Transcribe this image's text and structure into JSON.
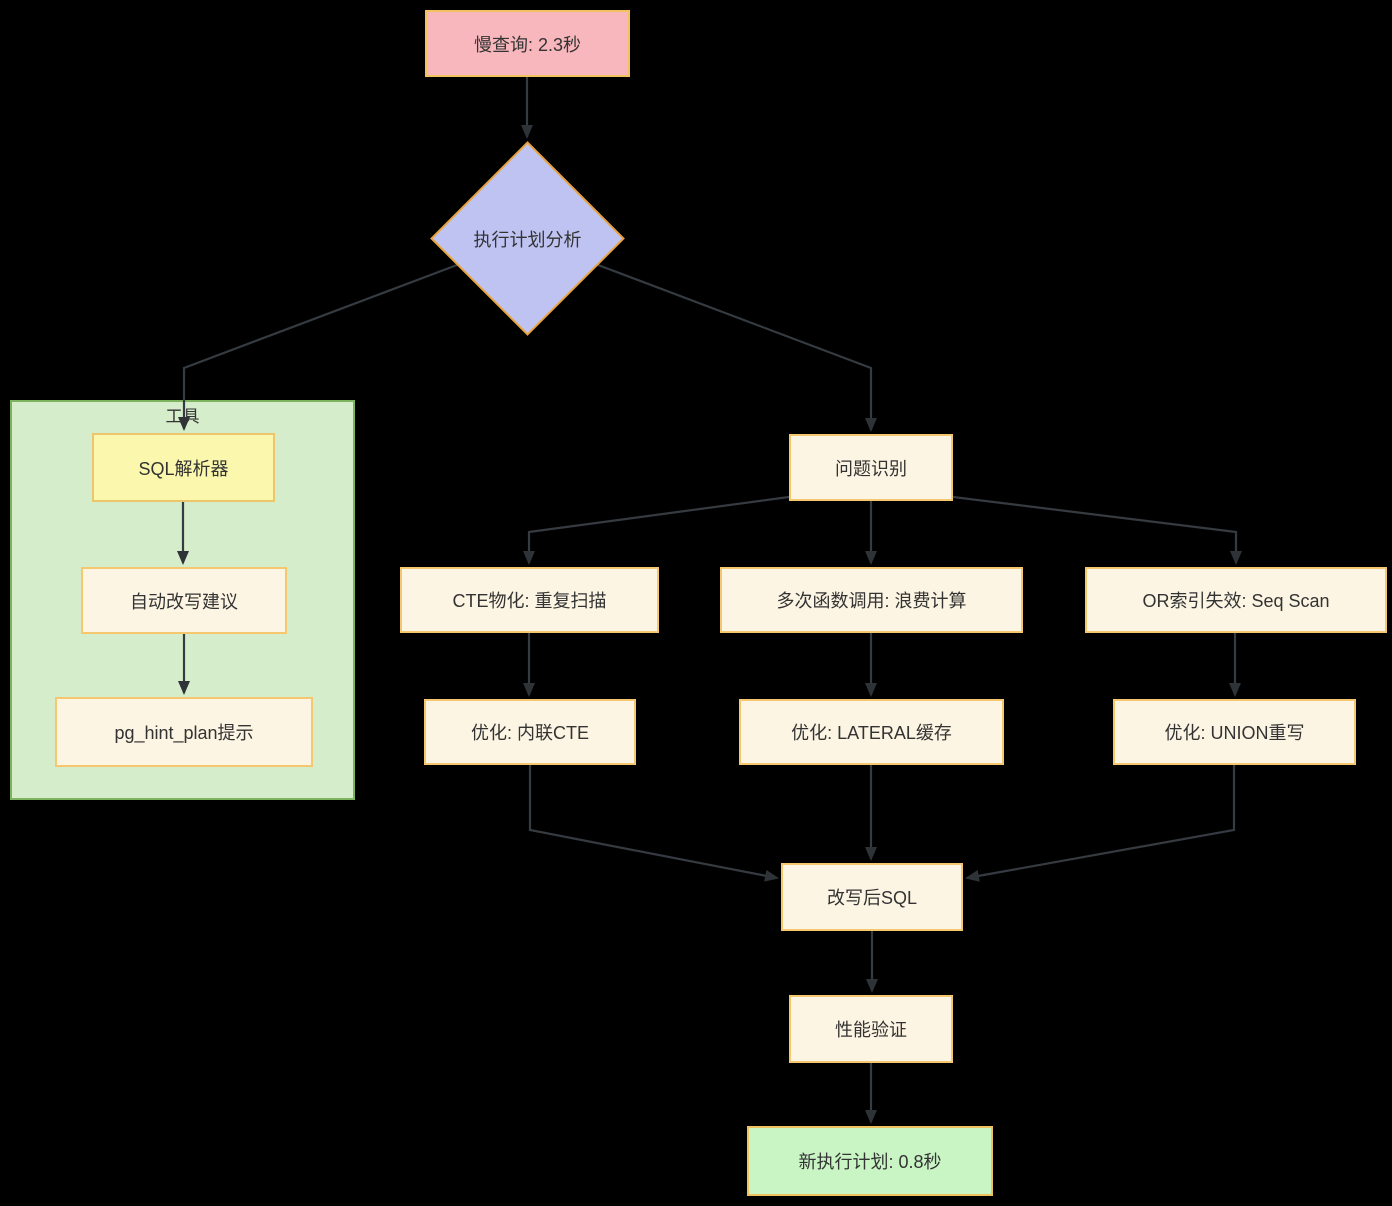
{
  "diagram": {
    "type": "flowchart",
    "direction": "top-down",
    "nodes": {
      "slow_query": {
        "label": "慢查询: 2.3秒",
        "shape": "rect",
        "fill": "#f8b7bc"
      },
      "plan_analysis": {
        "label": "执行计划分析",
        "shape": "diamond",
        "fill": "#bfc3f2"
      },
      "subgraph_tools": {
        "label": "工具",
        "shape": "subgraph",
        "fill": "#d5edcb"
      },
      "sql_parser": {
        "label": "SQL解析器",
        "shape": "rect",
        "fill": "#fbf7ad"
      },
      "auto_rewrite": {
        "label": "自动改写建议",
        "shape": "rect",
        "fill": "#fdf5e3"
      },
      "pg_hint": {
        "label": "pg_hint_plan提示",
        "shape": "rect",
        "fill": "#fdf5e3"
      },
      "problem_id": {
        "label": "问题识别",
        "shape": "rect",
        "fill": "#fdf5e3"
      },
      "cte_problem": {
        "label": "CTE物化: 重复扫描",
        "shape": "rect",
        "fill": "#fdf5e3"
      },
      "func_problem": {
        "label": "多次函数调用: 浪费计算",
        "shape": "rect",
        "fill": "#fdf5e3"
      },
      "or_problem": {
        "label": "OR索引失效: Seq Scan",
        "shape": "rect",
        "fill": "#fdf5e3"
      },
      "opt_cte": {
        "label": "优化: 内联CTE",
        "shape": "rect",
        "fill": "#fdf5e3"
      },
      "opt_lateral": {
        "label": "优化: LATERAL缓存",
        "shape": "rect",
        "fill": "#fdf5e3"
      },
      "opt_union": {
        "label": "优化: UNION重写",
        "shape": "rect",
        "fill": "#fdf5e3"
      },
      "rewritten_sql": {
        "label": "改写后SQL",
        "shape": "rect",
        "fill": "#fdf5e3"
      },
      "perf_verify": {
        "label": "性能验证",
        "shape": "rect",
        "fill": "#fdf5e3"
      },
      "new_plan": {
        "label": "新执行计划: 0.8秒",
        "shape": "rect",
        "fill": "#c9f5c5"
      }
    },
    "edges": [
      {
        "from": "slow_query",
        "to": "plan_analysis"
      },
      {
        "from": "plan_analysis",
        "to": "sql_parser"
      },
      {
        "from": "plan_analysis",
        "to": "problem_id"
      },
      {
        "from": "sql_parser",
        "to": "auto_rewrite"
      },
      {
        "from": "auto_rewrite",
        "to": "pg_hint"
      },
      {
        "from": "problem_id",
        "to": "cte_problem"
      },
      {
        "from": "problem_id",
        "to": "func_problem"
      },
      {
        "from": "problem_id",
        "to": "or_problem"
      },
      {
        "from": "cte_problem",
        "to": "opt_cte"
      },
      {
        "from": "func_problem",
        "to": "opt_lateral"
      },
      {
        "from": "or_problem",
        "to": "opt_union"
      },
      {
        "from": "opt_cte",
        "to": "rewritten_sql"
      },
      {
        "from": "opt_lateral",
        "to": "rewritten_sql"
      },
      {
        "from": "opt_union",
        "to": "rewritten_sql"
      },
      {
        "from": "rewritten_sql",
        "to": "perf_verify"
      },
      {
        "from": "perf_verify",
        "to": "new_plan"
      }
    ],
    "colors": {
      "background": "#000000",
      "edge_line": "#353b41",
      "arrowhead": "#2e3338",
      "node_text": "#333333",
      "pink_fill": "#f8b7bc",
      "pink_border": "#f0c35f",
      "diamond_fill": "#bfc3f2",
      "diamond_border": "#e8a33d",
      "subgraph_fill": "#d5edcb",
      "subgraph_border": "#7cb35c",
      "yellow_fill": "#fbf7ad",
      "yellow_border": "#edc66b",
      "cream_fill": "#fdf5e3",
      "cream_border": "#f5c76f",
      "green_fill": "#c9f5c5",
      "green_border": "#edc25f"
    }
  }
}
